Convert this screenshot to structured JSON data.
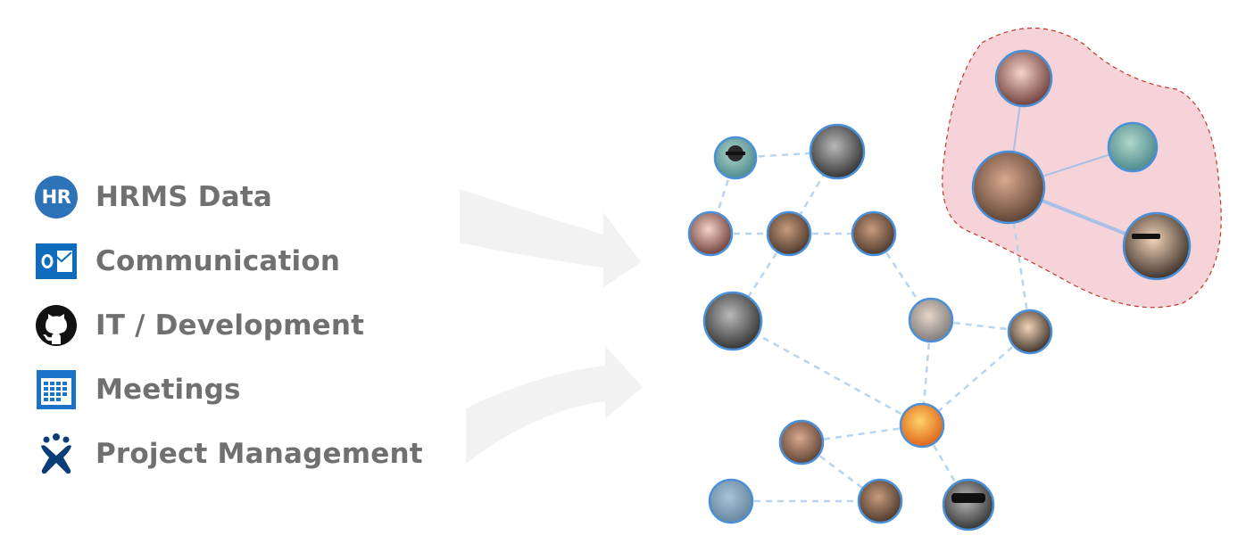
{
  "sources": [
    {
      "label": "HRMS Data",
      "icon": "hr-badge-icon",
      "badge_text": "HR",
      "color": "#2e73b8"
    },
    {
      "label": "Communication",
      "icon": "outlook-icon",
      "color": "#0f6cbd"
    },
    {
      "label": "IT / Development",
      "icon": "github-icon",
      "color": "#111111"
    },
    {
      "label": "Meetings",
      "icon": "calendar-icon",
      "color": "#1a73c8"
    },
    {
      "label": "Project Management",
      "icon": "jira-icon",
      "color": "#0a3d78"
    }
  ],
  "colors": {
    "edge": "#b9d4ee",
    "node_border": "#4a90d9",
    "cluster_fill": "#f6d3d8",
    "cluster_border": "#c0392b",
    "arrow": "#f2f2f2"
  }
}
